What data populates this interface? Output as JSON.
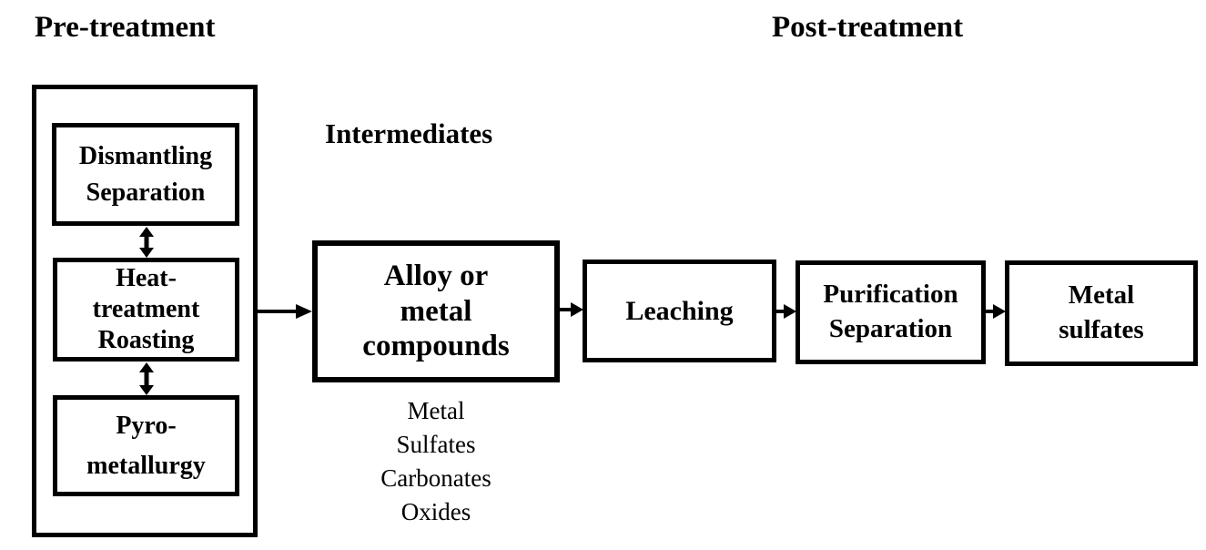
{
  "colors": {
    "ink": "#000000",
    "background": "#ffffff"
  },
  "headers": {
    "pretreatment": "Pre-treatment",
    "intermediates": "Intermediates",
    "posttreatment": "Post-treatment"
  },
  "pretreatment": {
    "steps": [
      {
        "name": "dismantling-separation",
        "lines": [
          "Dismantling",
          "Separation"
        ]
      },
      {
        "name": "heat-treatment-roasting",
        "lines": [
          "Heat-",
          "treatment",
          "Roasting"
        ]
      },
      {
        "name": "pyro-metallurgy",
        "lines": [
          "Pyro-",
          "metallurgy"
        ]
      }
    ]
  },
  "intermediates": {
    "box_lines": [
      "Alloy or",
      "metal",
      "compounds"
    ],
    "examples": [
      "Metal",
      "Sulfates",
      "Carbonates",
      "Oxides"
    ]
  },
  "posttreatment": {
    "steps": [
      {
        "name": "leaching",
        "lines": [
          "Leaching"
        ]
      },
      {
        "name": "purification-separation",
        "lines": [
          "Purification",
          "Separation"
        ]
      },
      {
        "name": "metal-sulfates",
        "lines": [
          "Metal",
          "sulfates"
        ]
      }
    ]
  }
}
